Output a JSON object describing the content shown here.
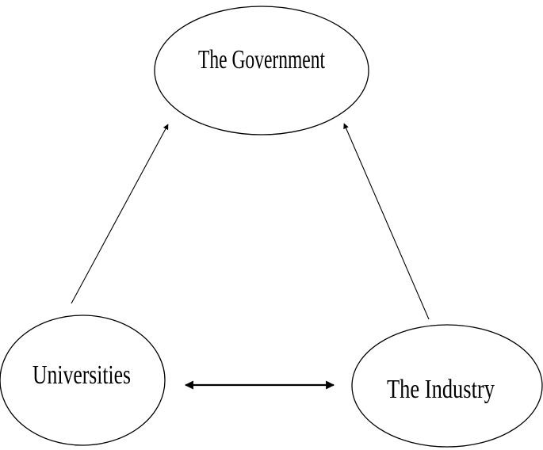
{
  "diagram": {
    "nodes": {
      "government": {
        "label": "The Government"
      },
      "universities": {
        "label": "Universities"
      },
      "industry": {
        "label": "The Industry"
      }
    },
    "edges": [
      {
        "from": "universities",
        "to": "government",
        "direction": "one-way"
      },
      {
        "from": "industry",
        "to": "government",
        "direction": "one-way"
      },
      {
        "from": "universities",
        "to": "industry",
        "direction": "two-way"
      }
    ]
  }
}
